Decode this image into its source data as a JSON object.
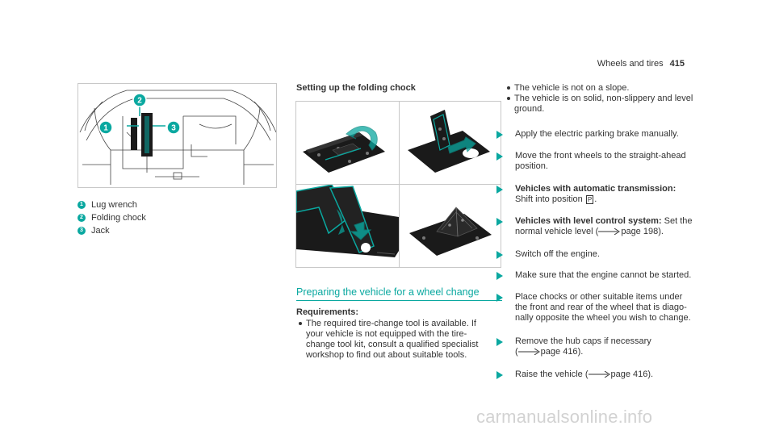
{
  "header": {
    "section": "Wheels and tires",
    "page": "415"
  },
  "figure_legend": [
    {
      "num": "1",
      "label": "Lug wrench"
    },
    {
      "num": "2",
      "label": "Folding chock"
    },
    {
      "num": "3",
      "label": "Jack"
    }
  ],
  "chock_section": {
    "title": "Setting up the folding chock"
  },
  "prep_section": {
    "title": "Preparing the vehicle for a wheel change",
    "requirements_label": "Requirements:",
    "requirement_lines": [
      "The required tire-change tool is available. If",
      "your vehicle is not equipped with the tire-",
      "change tool kit, consult a qualified specialist",
      "workshop to find out about suitable tools."
    ]
  },
  "conditions": [
    {
      "lines": [
        "The vehicle is not on a slope."
      ]
    },
    {
      "lines": [
        "The vehicle is on solid, non-slippery and level",
        "ground."
      ]
    }
  ],
  "steps": {
    "s1": "Apply the electric parking brake manually.",
    "s2_l1": "Move the front wheels to the straight-ahead",
    "s2_l2": "position.",
    "s3_bold": "Vehicles with automatic transmission:",
    "s3_l2_pre": "Shift into position",
    "s3_gear": "P",
    "s3_l2_post": ".",
    "s4_bold": "Vehicles with level control system:",
    "s4_tail": " Set the",
    "s4_l2_pre": "normal vehicle level (",
    "s4_l2_ref": "page 198",
    "s4_l2_post": ").",
    "s5": "Switch off the engine.",
    "s6": "Make sure that the engine cannot be started.",
    "s7_l1": "Place chocks or other suitable items under",
    "s7_l2": "the front and rear of the wheel that is diago-",
    "s7_l3": "nally opposite the wheel you wish to change.",
    "s8_l1": "Remove the hub caps if necessary",
    "s8_l2_pre": "(",
    "s8_l2_ref": "page 416",
    "s8_l2_post": ").",
    "s9_pre": "Raise the vehicle (",
    "s9_ref": "page 416",
    "s9_post": ")."
  },
  "footer": {
    "watermark": "carmanualsonline.info"
  },
  "colors": {
    "accent": "#0aa8a0",
    "text": "#333333",
    "rule": "#c8c8c8"
  },
  "icons": [
    "cross-reference-arrow-icon",
    "step-triangle-icon",
    "bullet-dot-icon",
    "callout-number-icon"
  ]
}
